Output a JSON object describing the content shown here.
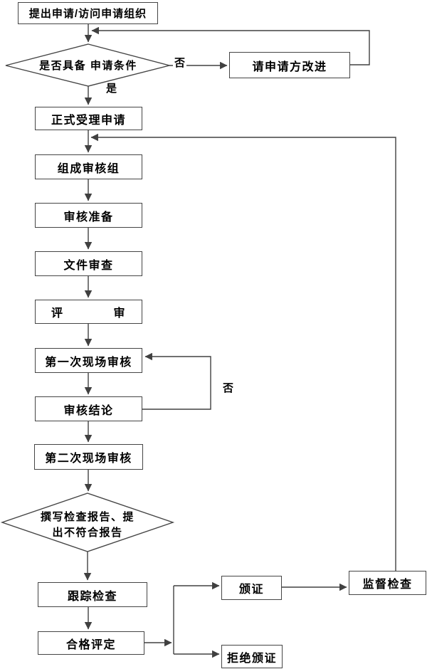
{
  "flowchart": {
    "nodes": {
      "start": {
        "label": "提出申请/访问申请组织"
      },
      "check_conditions": {
        "label": "是否具备 申请条件"
      },
      "request_improvement": {
        "label": "请申请方改进"
      },
      "formal_acceptance": {
        "label": "正式受理申请"
      },
      "form_audit_team": {
        "label": "组成审核组"
      },
      "audit_preparation": {
        "label": "审核准备"
      },
      "document_review": {
        "label": "文件审查"
      },
      "evaluation": {
        "label": "评　　　　审"
      },
      "first_onsite_audit": {
        "label": "第一次现场审核"
      },
      "audit_conclusion": {
        "label": "审核结论"
      },
      "second_onsite_audit": {
        "label": "第二次现场审核"
      },
      "write_report": {
        "line1": "撰写检查报告、提",
        "line2": "出不符合报告"
      },
      "follow_up_inspection": {
        "label": "跟踪检查"
      },
      "conformity_assessment": {
        "label": "合格评定"
      },
      "issue_certificate": {
        "label": "颁证"
      },
      "refuse_certificate": {
        "label": "拒绝颁证"
      },
      "supervision_inspection": {
        "label": "监督检查"
      }
    },
    "edge_labels": {
      "no_conditions": "否",
      "yes_conditions": "是",
      "no_conclusion": "否"
    },
    "colors": {
      "line": "#404040",
      "border": "#454545",
      "background": "#ffffff",
      "text": "#000000"
    }
  }
}
